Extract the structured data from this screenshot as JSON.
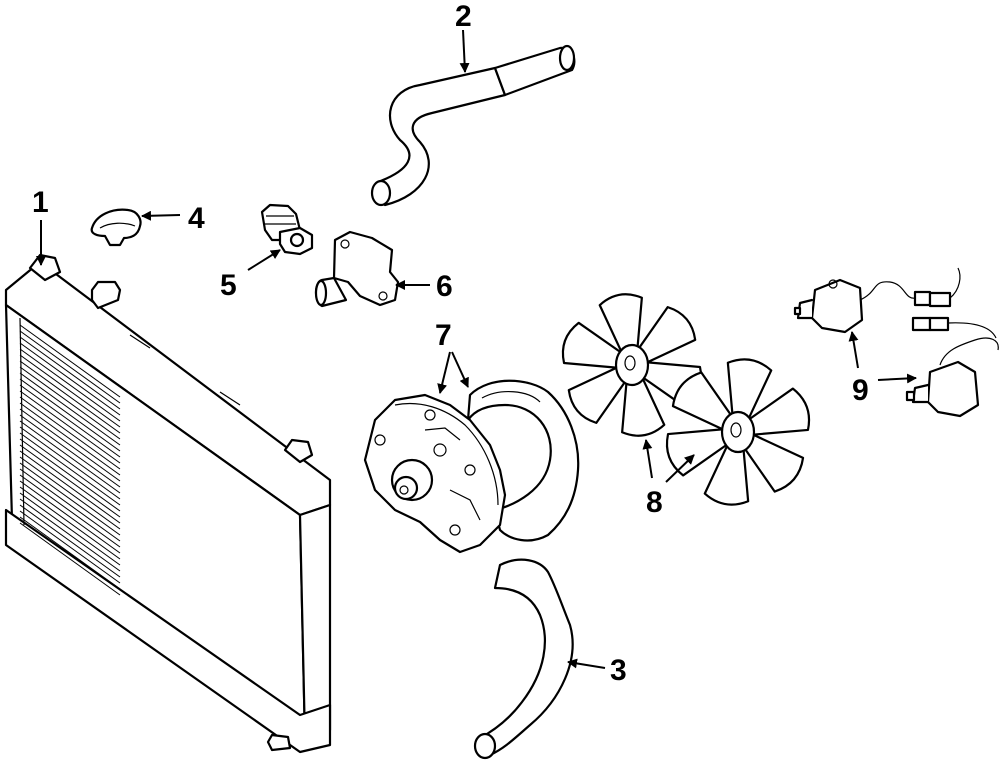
{
  "callouts": {
    "c1": "1",
    "c2": "2",
    "c3": "3",
    "c4": "4",
    "c5": "5",
    "c6": "6",
    "c7": "7",
    "c8": "8",
    "c9": "9"
  },
  "colors": {
    "line": "#000000",
    "fill": "#ffffff"
  }
}
